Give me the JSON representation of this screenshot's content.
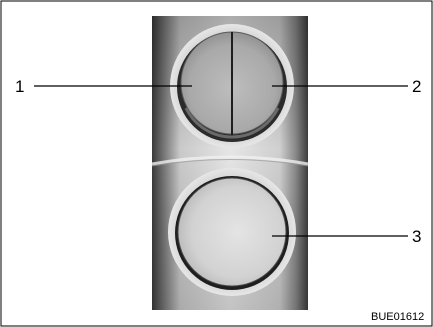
{
  "figure": {
    "code": "BUE01612",
    "callouts": [
      {
        "label": "1"
      },
      {
        "label": "2"
      },
      {
        "label": "3"
      }
    ]
  }
}
